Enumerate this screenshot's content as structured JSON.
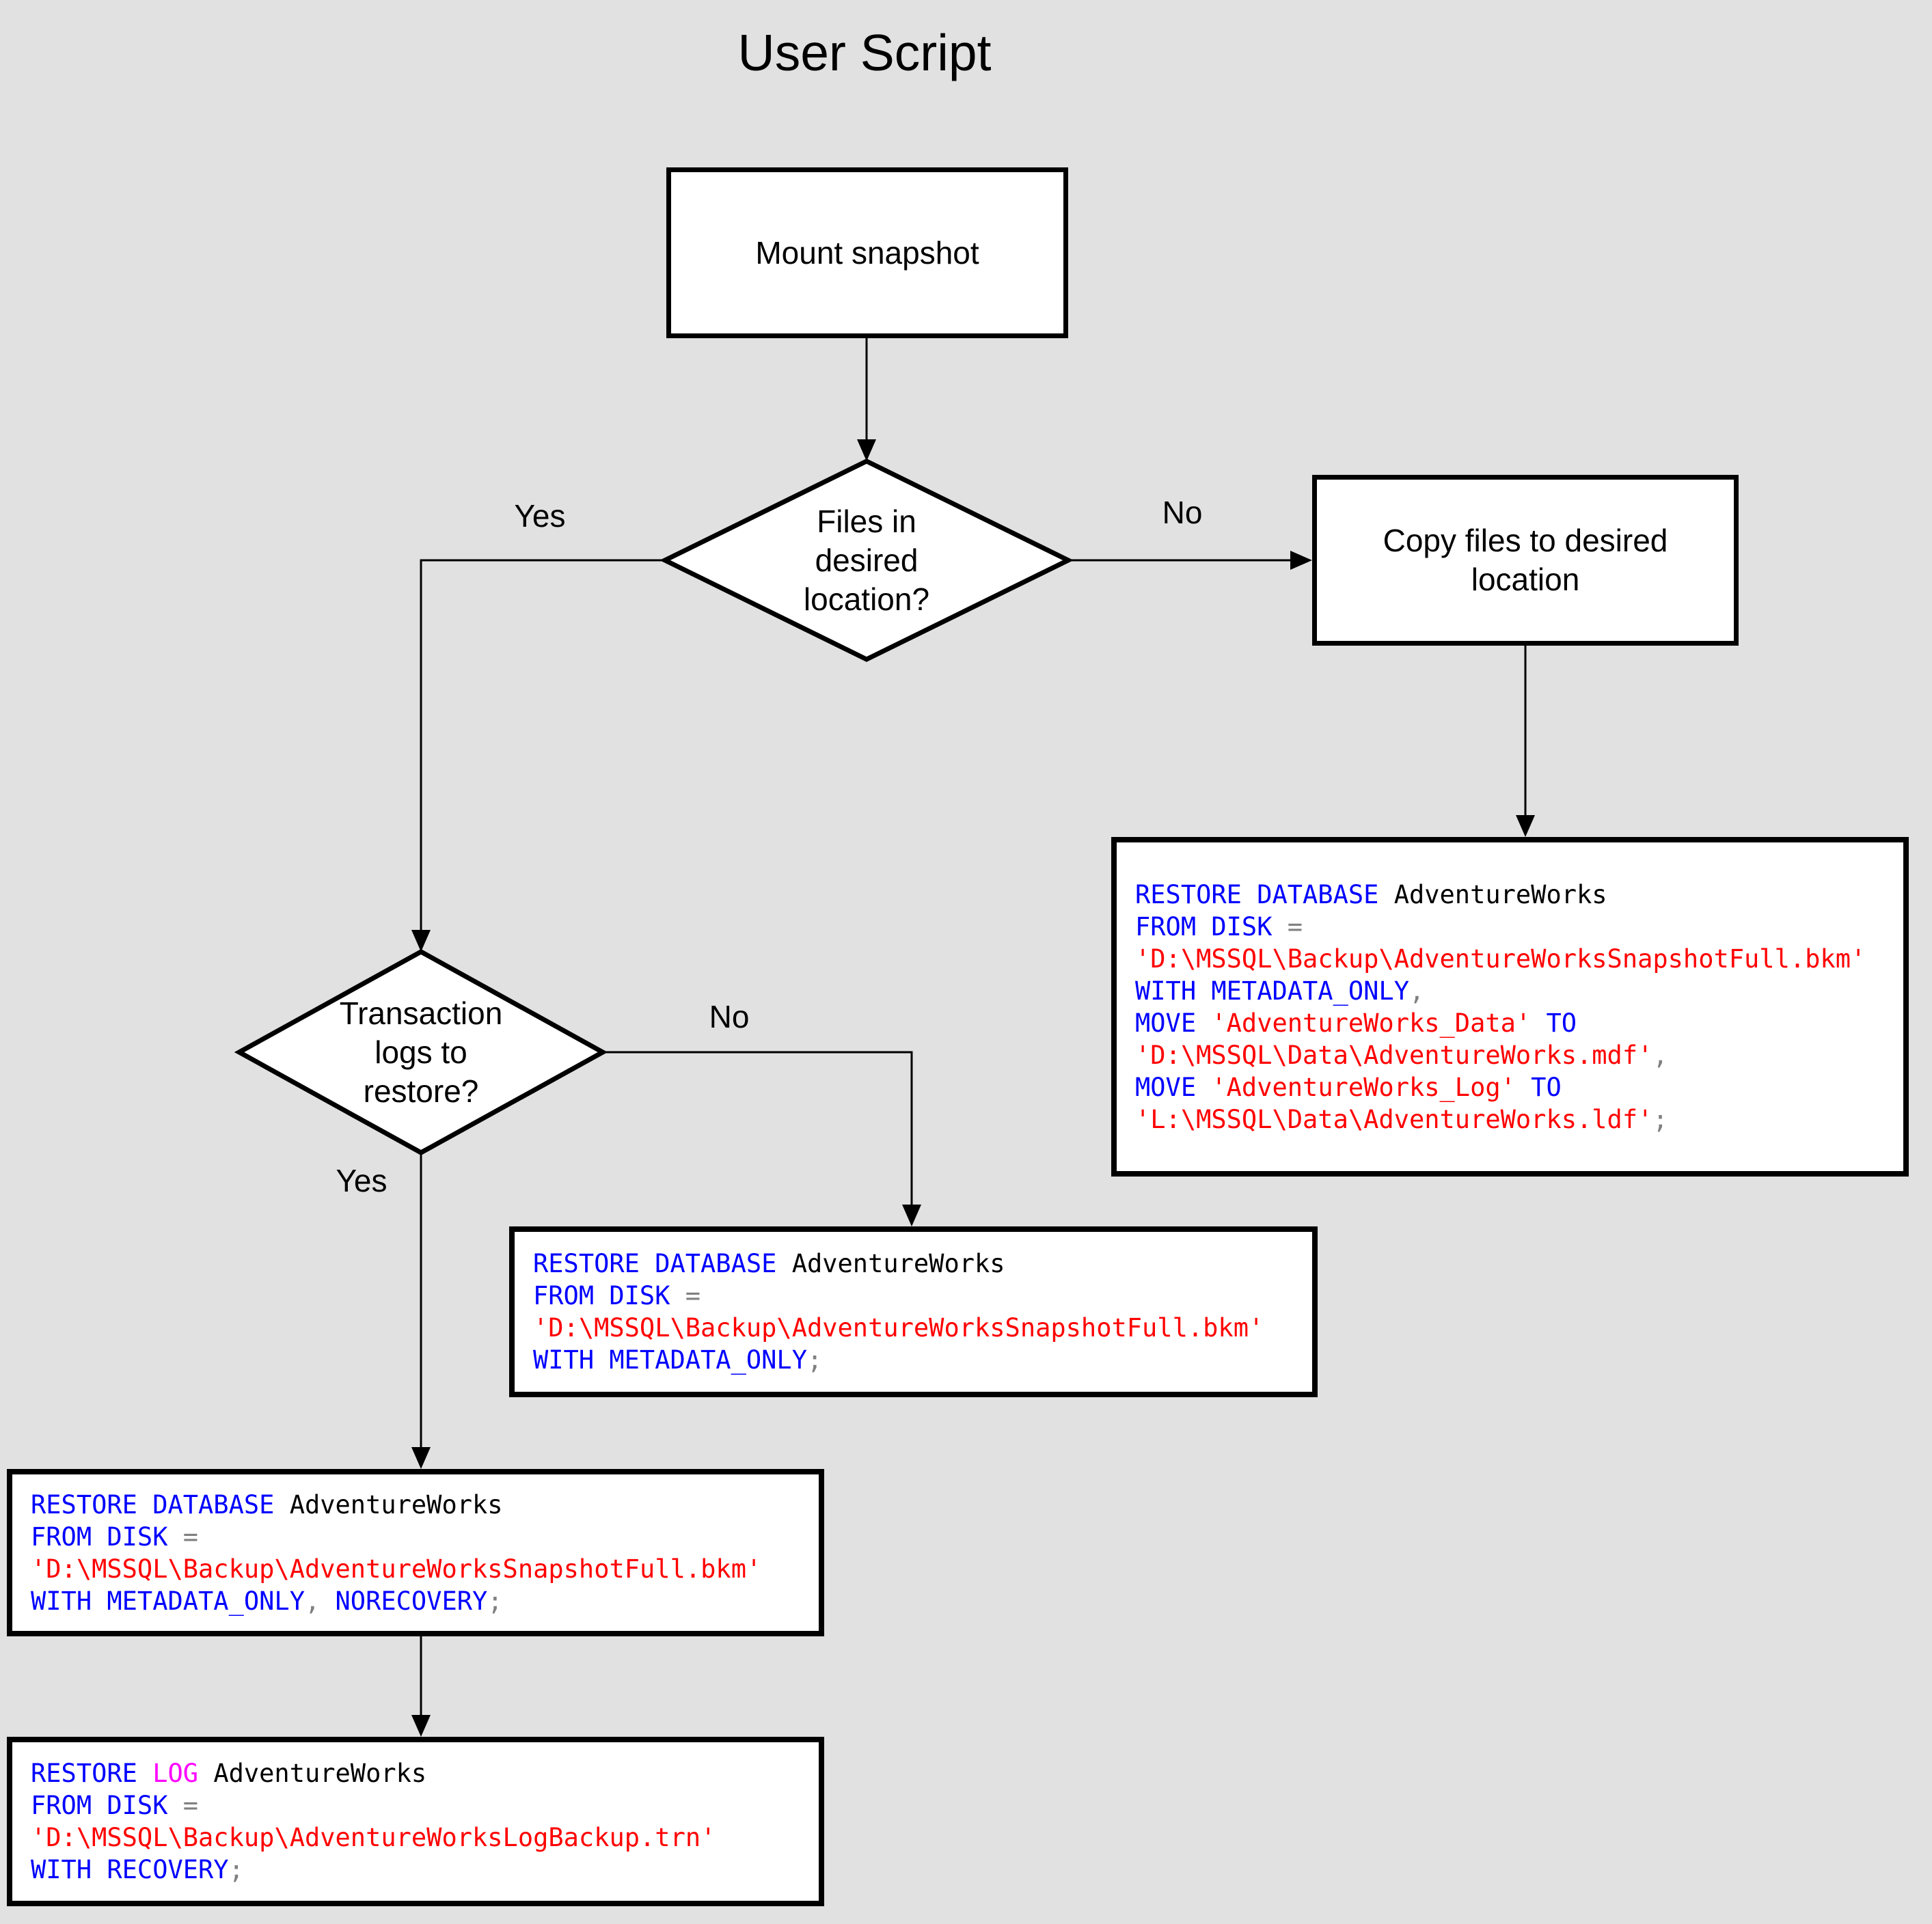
{
  "title": "User Script",
  "colors": {
    "background": "#e1e1e1",
    "node_fill": "#ffffff",
    "node_border": "#000000",
    "connector": "#000000",
    "code_keyword": "#0000ff",
    "code_string": "#ff0000",
    "code_operator": "#808080",
    "code_identifier": "#000000",
    "code_log_keyword": "#ff00ff"
  },
  "nodes": {
    "mount": {
      "label": "Mount snapshot"
    },
    "files_decision": {
      "lines": [
        "Files in",
        "desired",
        "location?"
      ]
    },
    "copy": {
      "lines": [
        "Copy files to desired",
        "location"
      ]
    },
    "logs_decision": {
      "lines": [
        "Transaction",
        "logs to",
        "restore?"
      ]
    }
  },
  "edge_labels": {
    "files_yes": "Yes",
    "files_no": "No",
    "logs_yes": "Yes",
    "logs_no": "No"
  },
  "code_boxes": {
    "restore_move": {
      "lines": [
        [
          {
            "c": "kw",
            "t": "RESTORE DATABASE"
          },
          {
            "c": "id",
            "t": " AdventureWorks"
          }
        ],
        [
          {
            "c": "kw",
            "t": "FROM DISK"
          },
          {
            "c": "op",
            "t": " ="
          }
        ],
        [
          {
            "c": "str",
            "t": "'D:\\MSSQL\\Backup\\AdventureWorksSnapshotFull.bkm'"
          }
        ],
        [
          {
            "c": "kw",
            "t": "WITH METADATA_ONLY"
          },
          {
            "c": "op",
            "t": ","
          }
        ],
        [
          {
            "c": "kw",
            "t": "MOVE"
          },
          {
            "c": "str",
            "t": " 'AdventureWorks_Data'"
          },
          {
            "c": "kw",
            "t": " TO"
          }
        ],
        [
          {
            "c": "str",
            "t": "'D:\\MSSQL\\Data\\AdventureWorks.mdf'"
          },
          {
            "c": "op",
            "t": ","
          }
        ],
        [
          {
            "c": "kw",
            "t": "MOVE"
          },
          {
            "c": "str",
            "t": " 'AdventureWorks_Log'"
          },
          {
            "c": "kw",
            "t": " TO"
          }
        ],
        [
          {
            "c": "str",
            "t": "'L:\\MSSQL\\Data\\AdventureWorks.ldf'"
          },
          {
            "c": "op",
            "t": ";"
          }
        ]
      ]
    },
    "restore_metadata": {
      "lines": [
        [
          {
            "c": "kw",
            "t": "RESTORE DATABASE"
          },
          {
            "c": "id",
            "t": " AdventureWorks"
          }
        ],
        [
          {
            "c": "kw",
            "t": "FROM DISK"
          },
          {
            "c": "op",
            "t": " ="
          }
        ],
        [
          {
            "c": "str",
            "t": "'D:\\MSSQL\\Backup\\AdventureWorksSnapshotFull.bkm'"
          }
        ],
        [
          {
            "c": "kw",
            "t": "WITH METADATA_ONLY"
          },
          {
            "c": "op",
            "t": ";"
          }
        ]
      ]
    },
    "restore_norecovery": {
      "lines": [
        [
          {
            "c": "kw",
            "t": "RESTORE DATABASE"
          },
          {
            "c": "id",
            "t": " AdventureWorks"
          }
        ],
        [
          {
            "c": "kw",
            "t": "FROM DISK"
          },
          {
            "c": "op",
            "t": " ="
          }
        ],
        [
          {
            "c": "str",
            "t": "'D:\\MSSQL\\Backup\\AdventureWorksSnapshotFull.bkm'"
          }
        ],
        [
          {
            "c": "kw",
            "t": "WITH METADATA_ONLY"
          },
          {
            "c": "op",
            "t": ","
          },
          {
            "c": "kw",
            "t": " NORECOVERY"
          },
          {
            "c": "op",
            "t": ";"
          }
        ]
      ]
    },
    "restore_log": {
      "lines": [
        [
          {
            "c": "kw",
            "t": "RESTORE"
          },
          {
            "c": "log",
            "t": " LOG"
          },
          {
            "c": "id",
            "t": " AdventureWorks"
          }
        ],
        [
          {
            "c": "kw",
            "t": "FROM DISK"
          },
          {
            "c": "op",
            "t": " ="
          }
        ],
        [
          {
            "c": "str",
            "t": "'D:\\MSSQL\\Backup\\AdventureWorksLogBackup.trn'"
          }
        ],
        [
          {
            "c": "kw",
            "t": "WITH RECOVERY"
          },
          {
            "c": "op",
            "t": ";"
          }
        ]
      ]
    }
  }
}
